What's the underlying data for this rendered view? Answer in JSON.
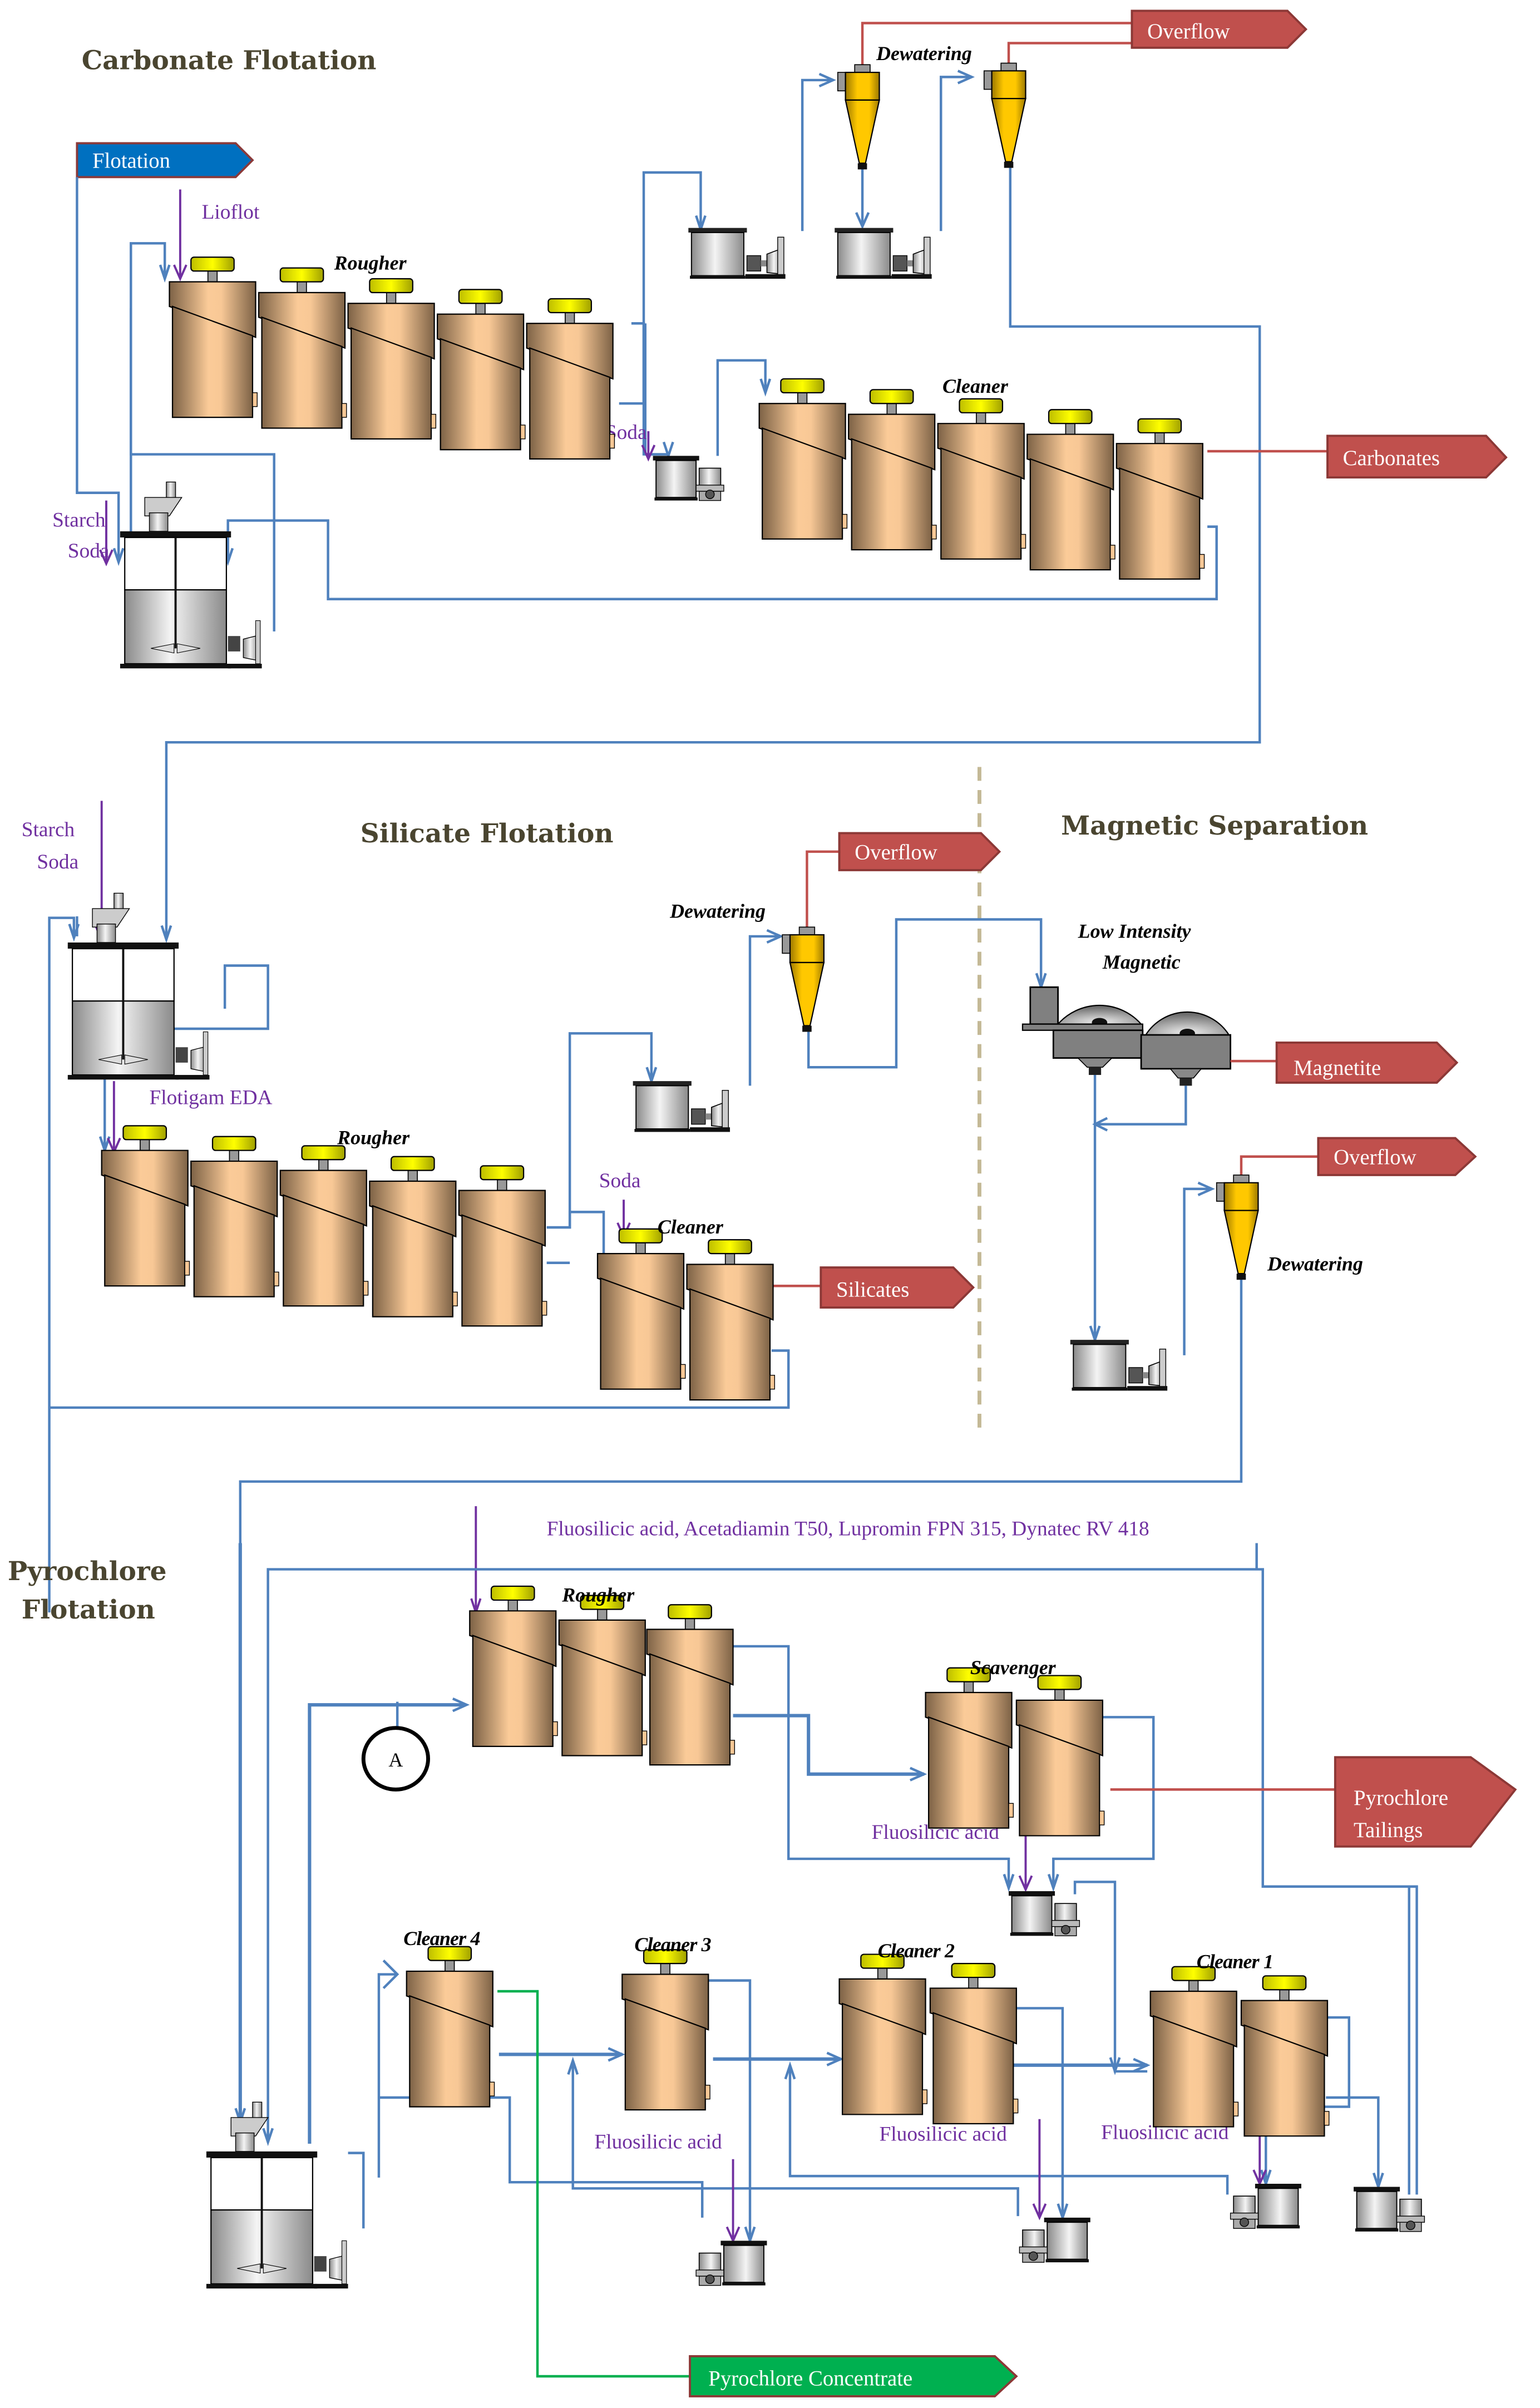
{
  "colors": {
    "flow_line": "#4f81bd",
    "reagent": "#7030a0",
    "output_red": "#c0504d",
    "output_green": "#00b050",
    "input_blue": "#0070c0",
    "title": "#4a4530",
    "cell_body": "#f8c896",
    "impeller": "#ffff00",
    "cyclone": "#ffc000"
  },
  "sections": {
    "carbonate": {
      "title": "Carbonate Flotation",
      "input_tag": "Flotation",
      "reagents": {
        "lioflot": "Lioflot",
        "starch": "Starch",
        "soda": "Soda",
        "cleaner_soda": "Soda"
      },
      "stages": {
        "rougher": "Rougher",
        "cleaner": "Cleaner",
        "dewatering": "Dewatering"
      },
      "outputs": {
        "overflow": "Overflow",
        "product": "Carbonates"
      },
      "rougher_cells": 5,
      "cleaner_cells": 5,
      "cyclones": 2
    },
    "silicate": {
      "title": "Silicate Flotation",
      "reagents": {
        "starch": "Starch",
        "soda": "Soda",
        "flotigam": "Flotigam EDA",
        "cleaner_soda": "Soda"
      },
      "stages": {
        "rougher": "Rougher",
        "cleaner": "Cleaner",
        "dewatering": "Dewatering"
      },
      "outputs": {
        "overflow": "Overflow",
        "product": "Silicates"
      },
      "rougher_cells": 5,
      "cleaner_cells": 2
    },
    "magnetic": {
      "title": "Magnetic Separation",
      "stages": {
        "lims_line1": "Low Intensity",
        "lims_line2": "Magnetic",
        "dewatering": "Dewatering"
      },
      "outputs": {
        "product": "Magnetite",
        "overflow": "Overflow"
      }
    },
    "pyrochlore": {
      "title_line1": "Pyrochlore",
      "title_line2": "Flotation",
      "reagents": {
        "main": "Fluosilicic acid, Acetadiamin T50, Lupromin FPN 315, Dynatec RV 418",
        "scavenger_acid": "Fluosilicic acid",
        "cleaner3_acid": "Fluosilicic acid",
        "cleaner2_acid": "Fluosilicic acid",
        "cleaner1_acid": "Fluosilicic acid"
      },
      "stages": {
        "rougher": "Rougher",
        "scavenger": "Scavenger",
        "cleaner4": "Cleaner 4",
        "cleaner3": "Cleaner 3",
        "cleaner2": "Cleaner 2",
        "cleaner1": "Cleaner 1"
      },
      "instrument": "A",
      "outputs": {
        "tailings_line1": "Pyrochlore",
        "tailings_line2": "Tailings",
        "concentrate": "Pyrochlore Concentrate"
      }
    }
  }
}
